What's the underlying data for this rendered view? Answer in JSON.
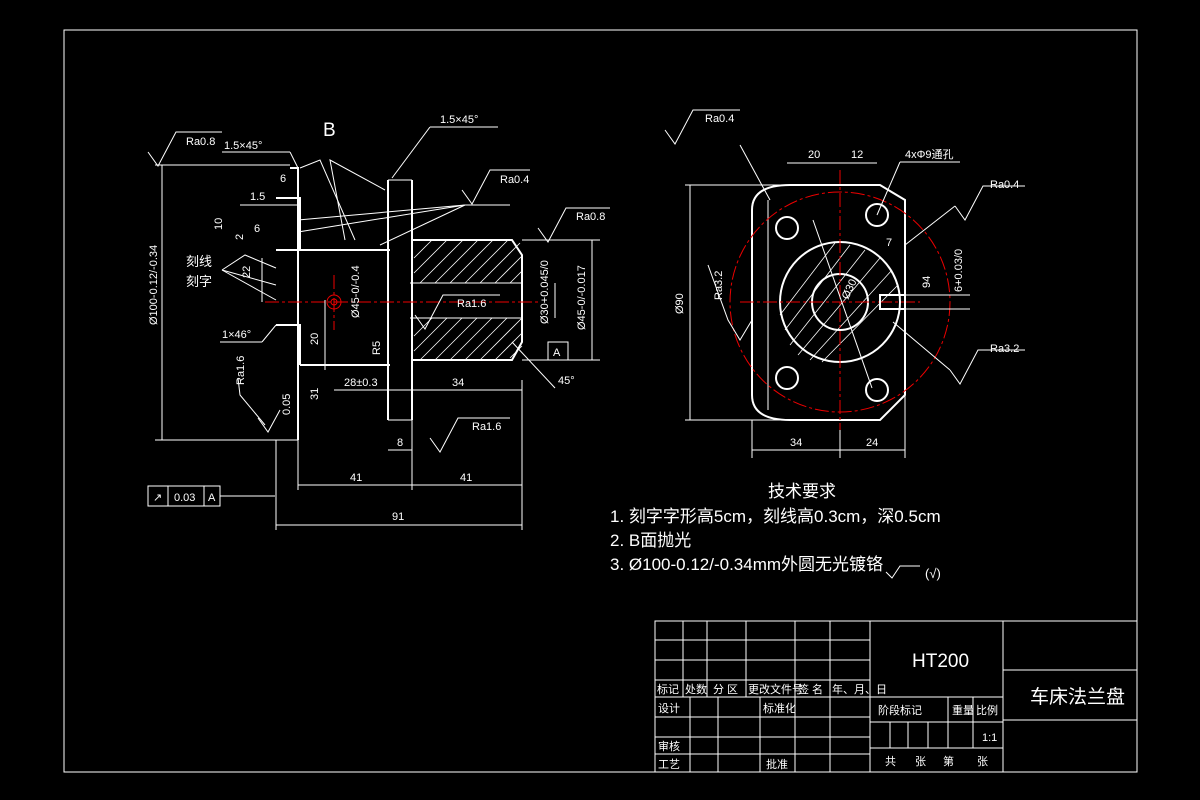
{
  "drawing": {
    "surface_label": "B",
    "chamfers": {
      "left": "1.5×45°",
      "right": "1.5×45°",
      "bottom": "1×46°",
      "bore": "45°"
    },
    "roughness": {
      "ra08_left": "Ra0.8",
      "ra04_top": "Ra0.4",
      "ra08_right": "Ra0.8",
      "ra16_bore": "Ra1.6",
      "ra16_bottom": "Ra1.6",
      "ra16_left": "Ra1.6",
      "ra04_side": "Ra0.4",
      "ra04_right": "Ra0.4",
      "ra32_left": "Ra3.2",
      "ra32_right": "Ra3.2"
    },
    "front_dims": {
      "d6": "6",
      "d15": "1.5",
      "d10": "10",
      "d2": "2",
      "d6b": "6",
      "d22": "22",
      "d20": "20",
      "d28": "28±0.3",
      "d34": "34",
      "d8": "8",
      "d41a": "41",
      "d41b": "41",
      "d91": "91",
      "d005": "0.05",
      "r5": "R5",
      "phi100": "Ø100-0.12/-0.34",
      "phi45": "Ø45-0/-0.4",
      "phi30": "Ø30+0.045/0",
      "phi45b": "Ø45-0/-0.017",
      "d31": "31"
    },
    "engrave_labels": [
      "刻线",
      "刻字"
    ],
    "datum_label": "A",
    "side_dims": {
      "d20": "20",
      "d12": "12",
      "holes": "4xΦ9通孔",
      "d7": "7",
      "d94": "94",
      "phi90": "Ø90",
      "phi30": "Ø30",
      "d6": "6+0.03/0",
      "d34": "34",
      "d24": "24"
    },
    "tolerance_frame": {
      "symbol": "↗",
      "value": "0.03",
      "datum": "A"
    }
  },
  "notes": {
    "title": "技术要求",
    "items": [
      "1. 刻字字形高5cm，刻线高0.3cm，深0.5cm",
      "2. B面抛光",
      "3. Ø100-0.12/-0.34mm外圆无光镀铬"
    ],
    "roughness_symbol": "(√)"
  },
  "title_block": {
    "material": "HT200",
    "part_name": "车床法兰盘",
    "scale": "1:1",
    "headers": [
      "标记",
      "处数",
      "分 区",
      "更改文件号",
      "签 名",
      "年、月、日"
    ],
    "rows": {
      "design": "设计",
      "standardize": "标准化",
      "review": "审核",
      "process": "工艺",
      "approve": "批准"
    },
    "stage_cols": [
      "阶段标记",
      "重量",
      "比例"
    ],
    "sheet": [
      "共",
      "张",
      "第",
      "张"
    ]
  }
}
